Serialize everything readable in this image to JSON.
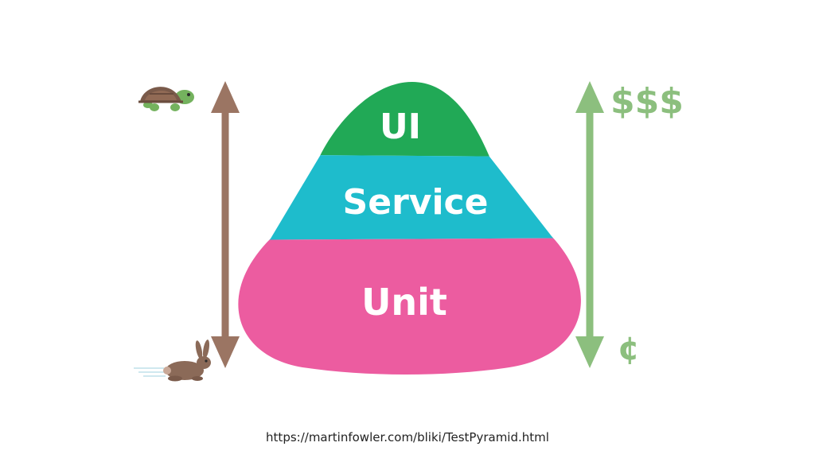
{
  "layers": {
    "top": {
      "label": "UI",
      "color": "#21a956"
    },
    "middle": {
      "label": "Service",
      "color": "#1ebccc"
    },
    "bottom": {
      "label": "Unit",
      "color": "#ec5ca0"
    }
  },
  "speed_axis": {
    "color": "#9b7563",
    "top_icon": "turtle-icon",
    "bottom_icon": "rabbit-icon"
  },
  "cost_axis": {
    "color": "#8cbf7e",
    "top_label": "$$$",
    "bottom_label": "¢"
  },
  "source_url": "https://martinfowler.com/bliki/TestPyramid.html"
}
